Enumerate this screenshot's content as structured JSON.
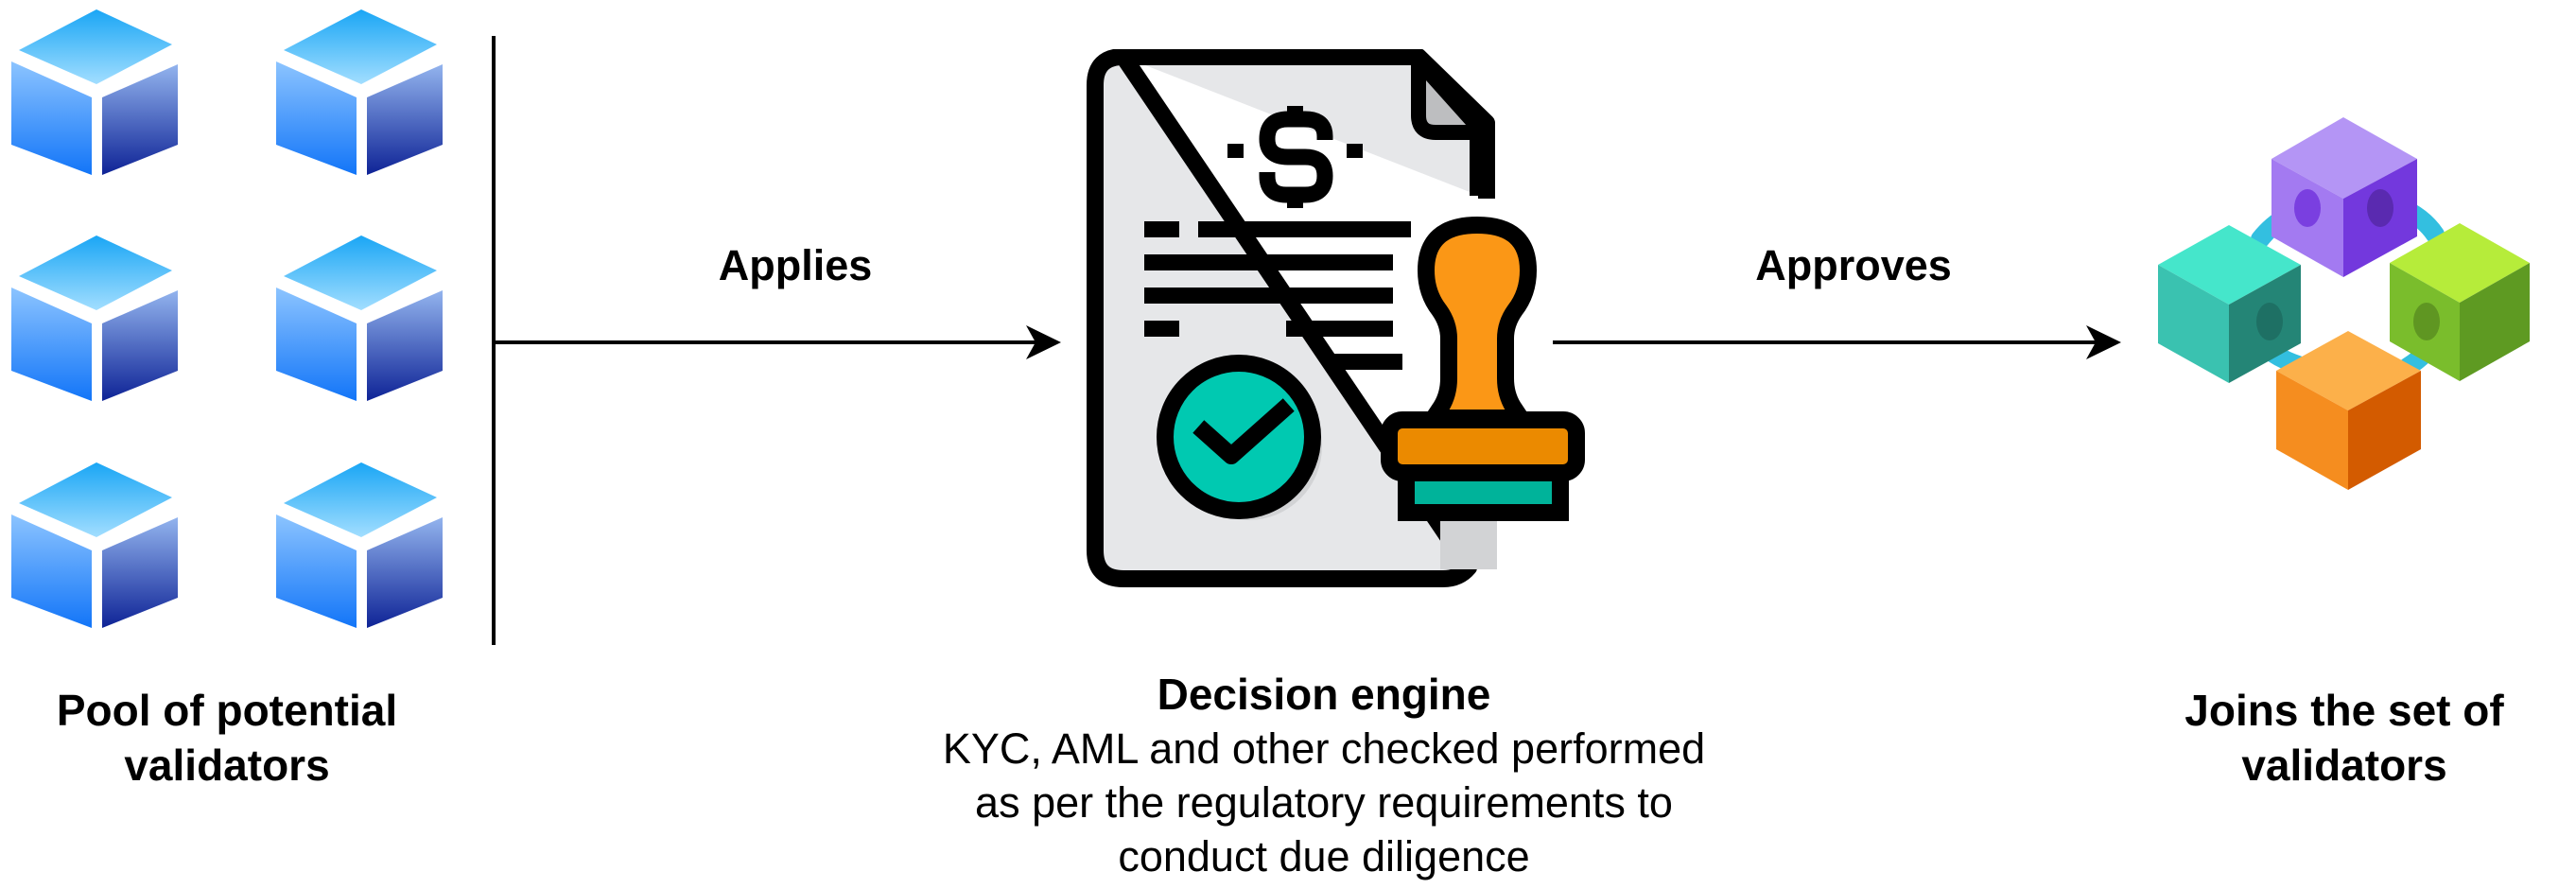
{
  "diagram": {
    "nodes": {
      "pool": {
        "title_lines": [
          "Pool of potential",
          "validators"
        ],
        "icon": "validator-cube-icon",
        "count": 6
      },
      "engine": {
        "title": "Decision engine",
        "description_lines": [
          "KYC, AML and other checked performed",
          "as per the regulatory requirements to",
          "conduct due diligence"
        ],
        "icon": "approved-document-stamp-icon",
        "symbol": "$"
      },
      "validators": {
        "title_lines": [
          "Joins the set of",
          "validators"
        ],
        "icon": "blockchain-network-icon"
      }
    },
    "edges": [
      {
        "from": "pool",
        "to": "engine",
        "label": "Applies"
      },
      {
        "from": "engine",
        "to": "validators",
        "label": "Approves"
      }
    ],
    "colors": {
      "cube_top_light": "#9fdcff",
      "cube_top_dark": "#1aa6f5",
      "cube_left_light": "#8cc4ff",
      "cube_left_dark": "#1677f7",
      "cube_right_light": "#8fb0ec",
      "cube_right_dark": "#10249a",
      "doc_fill": "#e6e7e9",
      "doc_outline": "#000000",
      "check_circle": "#00c9b1",
      "stamp_handle": "#fb9716",
      "stamp_base": "#eb8a00",
      "stamp_pad": "#00b39a",
      "block_purple": "#a87bf0",
      "block_teal": "#3ec4b0",
      "block_green": "#8cc63a",
      "block_orange": "#f79324",
      "link_blue": "#33bfe0"
    }
  }
}
